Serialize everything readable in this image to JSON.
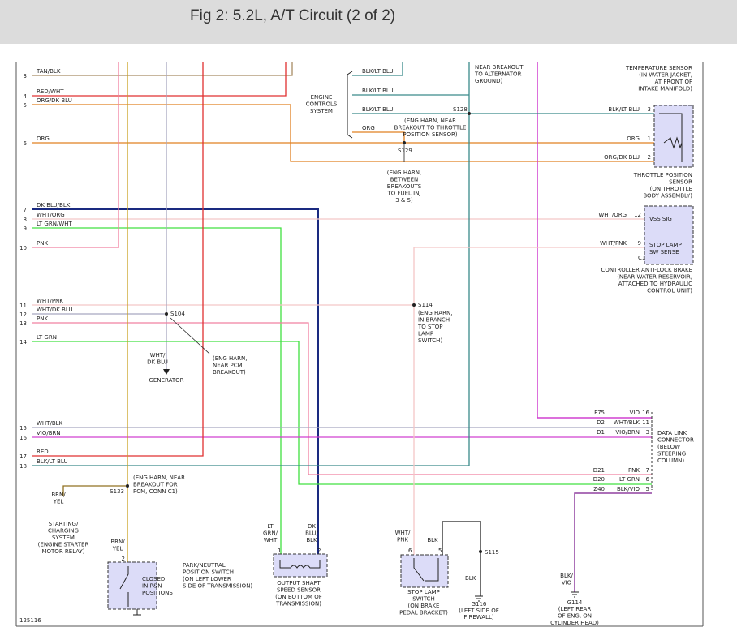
{
  "title": "Fig 2: 5.2L, A/T Circuit (2 of 2)",
  "figure_number": "125116",
  "colors": {
    "tan": "#a88c64",
    "red": "#e03030",
    "orange": "#e08020",
    "navy": "#1a2a80",
    "pink": "#f080a0",
    "lightpink": "#f4c6c6",
    "ltgreen": "#40e040",
    "gray": "#a8a8c0",
    "violet": "#d040d0",
    "teal": "#3a8a8a",
    "yellow": "#c8a020",
    "brown": "#907020",
    "purple": "#9040a0",
    "black": "#222222",
    "component_fill": "#dcdcf8"
  },
  "left_wires": [
    {
      "num": "3",
      "label": "TAN/BLK"
    },
    {
      "num": "4",
      "label": "RED/WHT"
    },
    {
      "num": "5",
      "label": "ORG/DK BLU"
    },
    {
      "num": "6",
      "label": "ORG"
    },
    {
      "num": "7",
      "label": "DK BLU/BLK"
    },
    {
      "num": "8",
      "label": "WHT/ORG"
    },
    {
      "num": "9",
      "label": "LT GRN/WHT"
    },
    {
      "num": "10",
      "label": "PNK"
    },
    {
      "num": "11",
      "label": "WHT/PNK"
    },
    {
      "num": "12",
      "label": "WHT/DK BLU"
    },
    {
      "num": "13",
      "label": "PNK"
    },
    {
      "num": "14",
      "label": "LT GRN"
    },
    {
      "num": "15",
      "label": "WHT/BLK"
    },
    {
      "num": "16",
      "label": "VIO/BRN"
    },
    {
      "num": "17",
      "label": "RED"
    },
    {
      "num": "18",
      "label": "BLK/LT BLU"
    }
  ],
  "ecs": {
    "wire_labels": [
      "BLK/LT BLU",
      "BLK/LT BLU",
      "BLK/LT BLU",
      "ORG"
    ],
    "title": [
      "ENGINE",
      "CONTROLS",
      "SYSTEM"
    ],
    "s128": "S128",
    "s128_note": [
      "(ENG HARN, NEAR",
      "BREAKOUT TO THROTTLE",
      "POSITION SENSOR)"
    ],
    "s129": "S129",
    "s129_note": [
      "(ENG HARN,",
      "BETWEEN",
      "BREAKOUTS",
      "TO FUEL INJ",
      "3 & 5)"
    ],
    "breakout_note": [
      "NEAR BREAKOUT",
      "TO ALTERNATOR",
      "GROUND)"
    ]
  },
  "temp_sensor": [
    "TEMPERATURE SENSOR",
    "(IN WATER JACKET,",
    "AT FRONT OF",
    "INTAKE MANIFOLD)"
  ],
  "tps": {
    "pins": [
      "3",
      "1",
      "2"
    ],
    "wire_labels": [
      "BLK/LT BLU",
      "ORG",
      "ORG/DK BLU"
    ],
    "title": [
      "THROTTLE POSITION",
      "SENSOR",
      "(ON THROTTLE",
      "BODY ASSEMBLY)"
    ]
  },
  "abs": {
    "wire_labels": [
      "WHT/ORG",
      "WHT/PNK"
    ],
    "pins": [
      "12",
      "9"
    ],
    "connector": "C1",
    "inner": [
      "VSS SIG",
      "STOP LAMP",
      "SW SENSE"
    ],
    "title": [
      "CONTROLLER ANTI-LOCK BRAKE",
      "(NEAR WATER RESERVOIR,",
      "ATTACHED TO HYDRAULIC",
      "CONTROL UNIT)"
    ]
  },
  "s114": {
    "label": "S114",
    "note": [
      "(ENG HARN,",
      "IN BRANCH",
      "TO STOP",
      "LAMP",
      "SWITCH)"
    ]
  },
  "s104": {
    "label": "S104",
    "note": [
      "(ENG HARN,",
      "NEAR PCM",
      "BREAKOUT)"
    ]
  },
  "generator": {
    "wire": [
      "WHT/",
      "DK BLU"
    ],
    "label": "GENERATOR"
  },
  "dlc": {
    "rows": [
      {
        "circuit": "F75",
        "color": "VIO",
        "pin": "16"
      },
      {
        "circuit": "D2",
        "color": "WHT/BLK",
        "pin": "11"
      },
      {
        "circuit": "D1",
        "color": "VIO/BRN",
        "pin": "3"
      },
      {
        "circuit": "D21",
        "color": "PNK",
        "pin": "7"
      },
      {
        "circuit": "D20",
        "color": "LT GRN",
        "pin": "6"
      },
      {
        "circuit": "Z40",
        "color": "BLK/VIO",
        "pin": "5"
      }
    ],
    "title": [
      "DATA LINK",
      "CONNECTOR",
      "(BELOW",
      "STEERING",
      "COLUMN)"
    ]
  },
  "s133": {
    "label": "S133",
    "note": [
      "(ENG HARN, NEAR",
      "BREAKOUT FOR",
      "PCM, CONN C1)"
    ]
  },
  "starting": {
    "wire": [
      "BRN/",
      "YEL"
    ],
    "title": [
      "STARTING/",
      "CHARGING",
      "SYSTEM",
      "(ENGINE STARTER",
      "MOTOR RELAY)"
    ]
  },
  "pn_switch": {
    "wire": [
      "BRN/",
      "YEL"
    ],
    "pin": "2",
    "inner": [
      "CLOSED",
      "IN P&N",
      "POSITIONS"
    ],
    "title": [
      "PARK/NEUTRAL",
      "POSITION SWITCH",
      "(ON LEFT LOWER",
      "SIDE OF TRANSMISSION)"
    ]
  },
  "oss": {
    "wire_left": [
      "LT",
      "GRN/",
      "WHT"
    ],
    "wire_right": [
      "DK",
      "BLU/",
      "BLK"
    ],
    "pins": [
      "1",
      "2"
    ],
    "title": [
      "OUTPUT SHAFT",
      "SPEED SENSOR",
      "(ON BOTTOM OF",
      "TRANSMISSION)"
    ]
  },
  "stop_lamp": {
    "wire_pink": [
      "WHT/",
      "PNK"
    ],
    "wire_blk": "BLK",
    "pins": [
      "6",
      "5"
    ],
    "s115": "S115",
    "ground_wire": "BLK",
    "g116": "G116",
    "g116_note": "(LEFT SIDE OF",
    "g116_note2": "FIREWALL)",
    "title": [
      "STOP LAMP",
      "SWITCH",
      "(ON BRAKE",
      "PEDAL BRACKET)"
    ]
  },
  "g114": {
    "wire": [
      "BLK/",
      "VIO"
    ],
    "label": "G114",
    "note": [
      "(LEFT REAR",
      "OF ENG, ON",
      "CYLINDER HEAD)"
    ]
  }
}
